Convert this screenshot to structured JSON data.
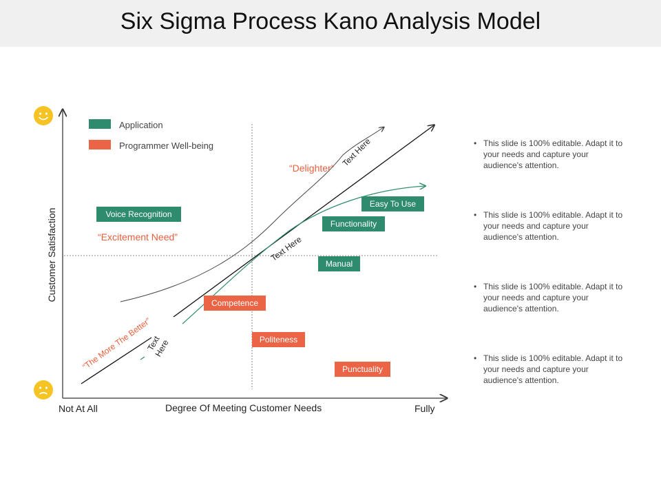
{
  "title": "Six Sigma Process Kano Analysis Model",
  "legend": [
    {
      "label": "Application",
      "color": "#2e8b6e"
    },
    {
      "label": "Programmer Well-being",
      "color": "#ec6446"
    }
  ],
  "axes": {
    "y_label": "Customer Satisfaction",
    "x_label": "Degree Of Meeting  Customer Needs",
    "x_start": "Not At All",
    "x_end": "Fully"
  },
  "quotes": {
    "delighter": "“Delighter”",
    "excitement": "“Excitement Need”",
    "more_better": "“The More The Better”"
  },
  "curve_labels": {
    "upper": "Text Here",
    "middle": "Text Here",
    "lower": "Text Here"
  },
  "green_boxes": {
    "voice": "Voice Recognition",
    "easy": "Easy To Use",
    "functionality": "Functionality",
    "manual": "Manual"
  },
  "red_boxes": {
    "competence": "Competence",
    "politeness": "Politeness",
    "punctuality": "Punctuality"
  },
  "bullets": [
    "This slide is 100% editable. Adapt it to your needs and capture your audience's attention.",
    "This slide is 100% editable. Adapt it to your needs and capture your audience's attention.",
    "This slide is 100% editable. Adapt it to your needs and capture your audience's attention.",
    "This slide is 100% editable. Adapt it to your needs and capture your audience's attention."
  ],
  "colors": {
    "green": "#2e8b6e",
    "red": "#ec6446",
    "smiley": "#f6c324"
  },
  "icons": [
    "happy-smiley-icon",
    "sad-smiley-icon"
  ]
}
